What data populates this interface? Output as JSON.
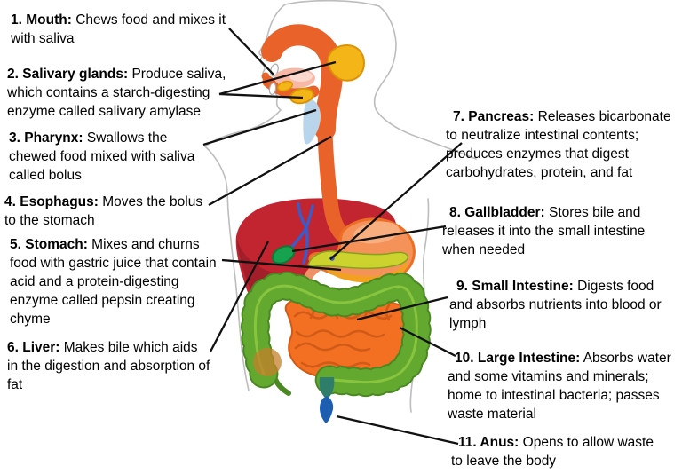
{
  "labels": [
    {
      "title": "1. Mouth:",
      "description": "Chews food and mixes it with saliva"
    },
    {
      "title": "2. Salivary glands:",
      "description": "Produce saliva, which contains a starch-digesting enzyme called salivary amylase"
    },
    {
      "title": "3. Pharynx:",
      "description": "Swallows the chewed food mixed with saliva called bolus"
    },
    {
      "title": "4. Esophagus:",
      "description": "Moves the bolus to the stomach"
    },
    {
      "title": "5. Stomach:",
      "description": "Mixes and churns food with gastric juice that contain acid and a protein-digesting enzyme called pepsin creating chyme"
    },
    {
      "title": "6. Liver:",
      "description": "Makes bile which aids in the digestion and absorption of fat"
    },
    {
      "title": "7. Pancreas:",
      "description": "Releases bicarbonate to neutralize intestinal contents; produces enzymes that digest carbohydrates, protein, and fat"
    },
    {
      "title": "8. Gallbladder:",
      "description": "Stores bile and releases it into the small intestine when needed"
    },
    {
      "title": "9. Small Intestine:",
      "description": "Digests food and absorbs nutrients into blood or lymph"
    },
    {
      "title": "10. Large Intestine:",
      "description": "Absorbs water and some vitamins and minerals; home to intestinal bacteria; passes waste material"
    },
    {
      "title": "11. Anus:",
      "description": "Opens to allow waste to leave the body"
    }
  ],
  "colors": {
    "background": "#ffffff",
    "text": "#000000",
    "leader_line": "#111111",
    "body_outline": "#bdbdbd",
    "esophagus": "#e8622a",
    "tongue": "#f7b8a6",
    "tongue_highlight": "#fbd9cf",
    "pharynx": "#b9d5ec",
    "salivary_gland": "#f3b517",
    "salivary_gland_outline": "#dd9206",
    "liver": "#c2252f",
    "liver_shadow": "#a31e2b",
    "bile_duct": "#3b5bc9",
    "gallbladder": "#17a24f",
    "gallbladder_outline": "#0c7a39",
    "duodenum": "#f09066",
    "stomach": "#f4925a",
    "stomach_outline": "#ed6f24",
    "stomach_fundus": "#f8b183",
    "stomach_lower": "#f1a11f",
    "pancreas": "#ccd32f",
    "pancreas_outline": "#84a21d",
    "small_intestine": "#f36f21",
    "small_intestine_outline": "#d05a17",
    "large_intestine": "#63a930",
    "large_intestine_dark": "#4a8822",
    "large_intestine_highlight": "#8cc63f",
    "cecum_tint": "#c4802a",
    "rectum": "#2e7e6b",
    "anus": "#1e5eb0"
  }
}
